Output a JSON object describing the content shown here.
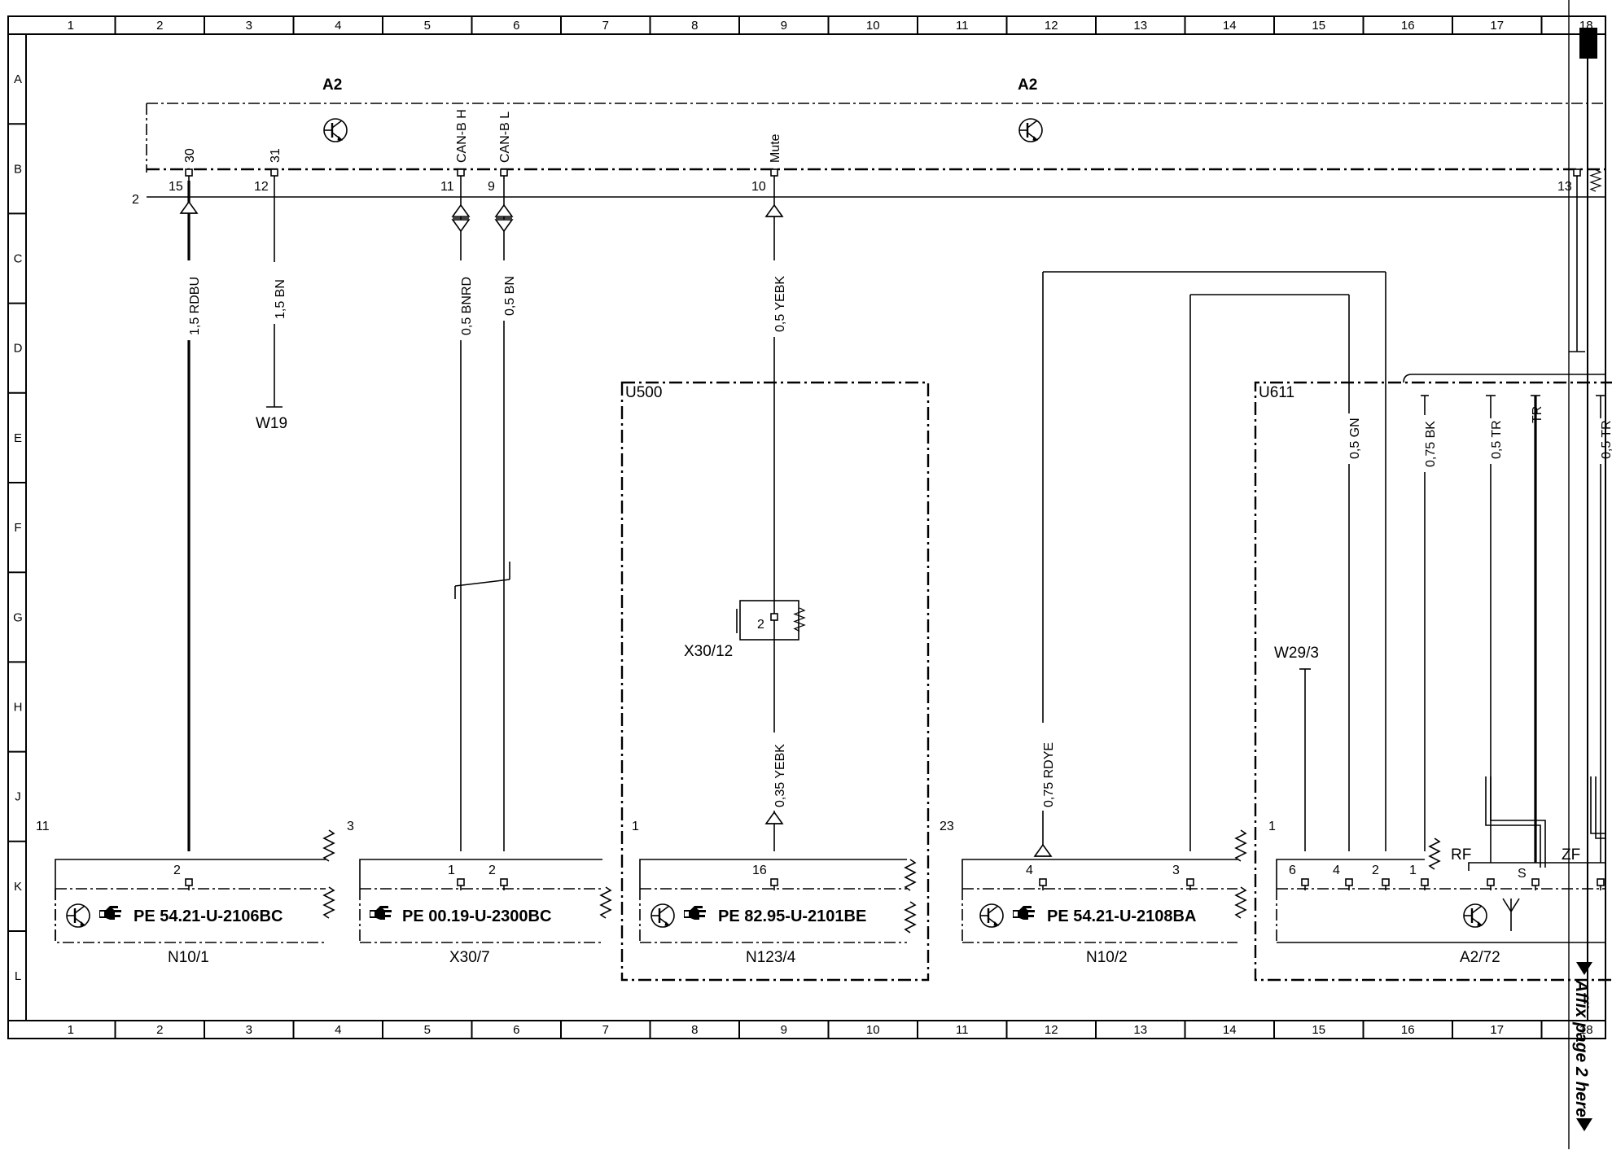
{
  "grid": {
    "columns": [
      "1",
      "2",
      "3",
      "4",
      "5",
      "6",
      "7",
      "8",
      "9",
      "10",
      "11",
      "12",
      "13",
      "14",
      "15",
      "16",
      "17",
      "18"
    ],
    "rows": [
      "A",
      "B",
      "C",
      "D",
      "E",
      "F",
      "G",
      "H",
      "J",
      "K",
      "L"
    ]
  },
  "header_modules": {
    "left": "A2",
    "right": "A2"
  },
  "bus_side_label": "2",
  "top_pins": [
    {
      "label": "30",
      "num": "15",
      "wire": "1,5 RDBU",
      "dest": ""
    },
    {
      "label": "31",
      "num": "12",
      "wire": "1,5 BN",
      "dest": "W19"
    },
    {
      "label": "CAN-B H",
      "num": "11",
      "wire": "0,5 BNRD",
      "dest": ""
    },
    {
      "label": "CAN-B L",
      "num": "9",
      "wire": "0,5 BN",
      "dest": ""
    },
    {
      "label": "Mute",
      "num": "10",
      "wire": "0,5 YEBK",
      "dest": ""
    },
    {
      "label": "",
      "num": "13",
      "wire": "",
      "dest": ""
    }
  ],
  "groups": {
    "u500": "U500",
    "u611": "U611"
  },
  "connector_x30_12": {
    "pin": "2",
    "label": "X30/12",
    "wire_below": "0,35 YEBK"
  },
  "n10_2_wire": "0,75 RDYE",
  "u611_wires": {
    "gn": "0,5 GN",
    "bk": "0,75 BK",
    "tr1": "0,5 TR",
    "tr_short": "TR",
    "tr2": "0,5 TR",
    "w29": "W29/3"
  },
  "components": [
    {
      "id": "N10/1",
      "corner": "11",
      "pins": [
        "2"
      ],
      "pe": "PE 54.21-U-2106BC"
    },
    {
      "id": "X30/7",
      "corner": "3",
      "pins": [
        "1",
        "2"
      ],
      "pe": "PE 00.19-U-2300BC"
    },
    {
      "id": "N123/4",
      "corner": "1",
      "pins": [
        "16"
      ],
      "pe": "PE 82.95-U-2101BE"
    },
    {
      "id": "N10/2",
      "corner": "23",
      "pins": [
        "4",
        "3"
      ],
      "pe": "PE 54.21-U-2108BA"
    },
    {
      "id": "A2/72",
      "corner": "1",
      "pins": [
        "6",
        "4",
        "2",
        "1"
      ],
      "pe": "",
      "rf": "RF",
      "s": "S",
      "zf": "ZF"
    }
  ],
  "affix_note": "Affix page 2 here"
}
